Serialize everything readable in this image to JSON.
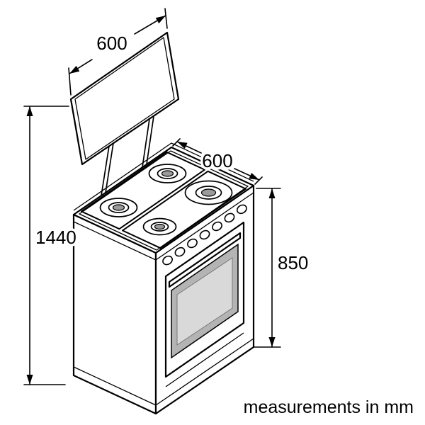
{
  "diagram": {
    "caption": "measurements in mm",
    "labels": {
      "lid_width": "600",
      "cooktop_width": "600",
      "total_height": "1440",
      "body_height": "850"
    },
    "colors": {
      "line": "#000000",
      "window_frame": "#b4b4b4",
      "window_glass": "#d9d9d9",
      "burner_cap": "#9a9a9a",
      "background": "#ffffff"
    }
  }
}
